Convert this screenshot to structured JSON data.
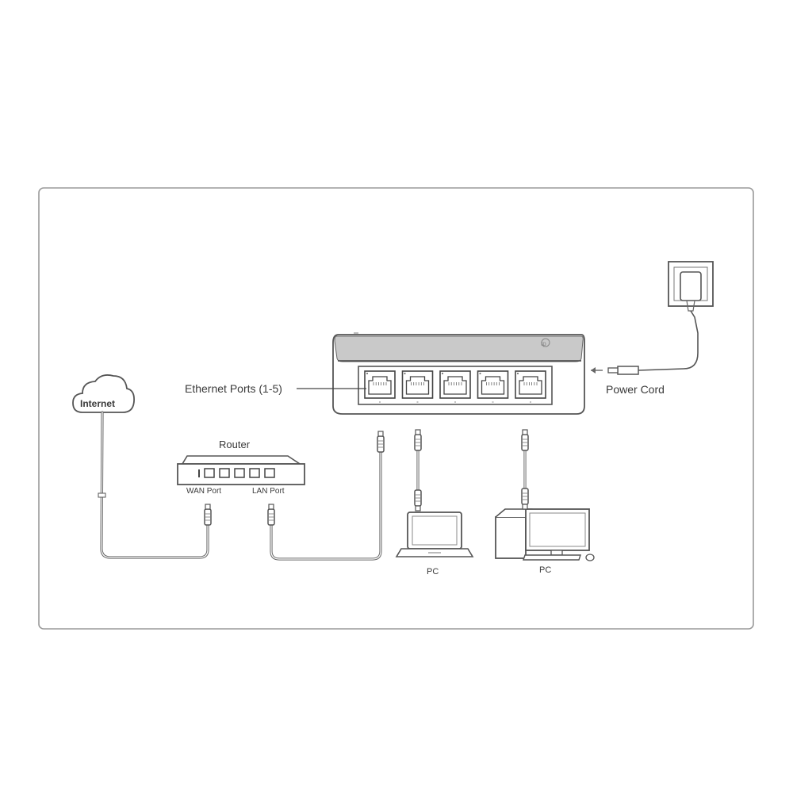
{
  "labels": {
    "internet": "Internet",
    "router": "Router",
    "wan_port": "WAN Port",
    "lan_port": "LAN Port",
    "ethernet_ports": "Ethernet Ports (1-5)",
    "power_cord": "Power Cord",
    "pc_laptop": "PC",
    "pc_desktop": "PC"
  },
  "switch": {
    "port_count": 5
  },
  "router": {
    "port_count": 5
  },
  "colors": {
    "line": "#555555",
    "cable": "#6a6a6a",
    "switch_top": "#c9c9c9",
    "frame": "#9a9a9a"
  }
}
